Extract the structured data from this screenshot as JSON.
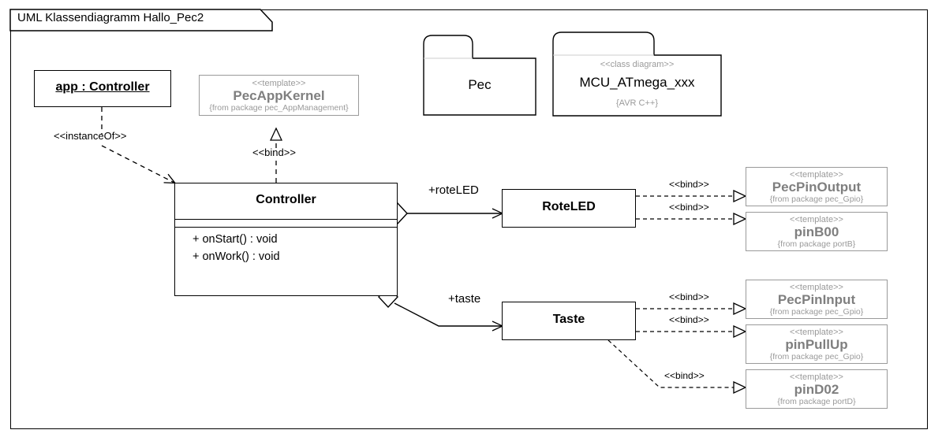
{
  "frame": {
    "title": "UML Klassendiagramm Hallo_Pec2"
  },
  "objects": [
    {
      "name": "app-controller-object",
      "label": "app : Controller"
    }
  ],
  "classes": [
    {
      "name": "controller-class",
      "title": "Controller",
      "attributes": [],
      "operations": [
        "+ onStart() : void",
        "+ onWork() : void"
      ]
    },
    {
      "name": "roteled-class",
      "title": "RoteLED"
    },
    {
      "name": "taste-class",
      "title": "Taste"
    }
  ],
  "templates": [
    {
      "name": "pecappkernel-template",
      "stereotype": "<<template>>",
      "title": "PecAppKernel",
      "from": "{from package pec_AppManagement}"
    },
    {
      "name": "pecpinoutput-template",
      "stereotype": "<<template>>",
      "title": "PecPinOutput",
      "from": "{from package pec_Gpio}"
    },
    {
      "name": "pinb00-template",
      "stereotype": "<<template>>",
      "title": "pinB00",
      "from": "{from package portB}"
    },
    {
      "name": "pecpininput-template",
      "stereotype": "<<template>>",
      "title": "PecPinInput",
      "from": "{from package pec_Gpio}"
    },
    {
      "name": "pinpullup-template",
      "stereotype": "<<template>>",
      "title": "pinPullUp",
      "from": "{from package pec_Gpio}"
    },
    {
      "name": "pind02-template",
      "stereotype": "<<template>>",
      "title": "pinD02",
      "from": "{from package portD}"
    }
  ],
  "packages": [
    {
      "name": "pec-package",
      "stereotype": "",
      "title": "Pec",
      "note": ""
    },
    {
      "name": "mcu-atmega-package",
      "stereotype": "<<class diagram>>",
      "title": "MCU_ATmega_xxx",
      "note": "{AVR C++}"
    }
  ],
  "edges": {
    "instance_of": "<<instanceOf>>",
    "bind_kernel": "<<bind>>",
    "bind_pecpinoutput": "<<bind>>",
    "bind_pinb00": "<<bind>>",
    "bind_pecpininput": "<<bind>>",
    "bind_pinpullup": "<<bind>>",
    "bind_pind02": "<<bind>>",
    "assoc_roteled": "+roteLED",
    "assoc_taste": "+taste"
  },
  "colors": {
    "line": "#000000",
    "template_gray": "#7f7f7f",
    "template_border": "#9a9a9a",
    "background": "#ffffff"
  }
}
